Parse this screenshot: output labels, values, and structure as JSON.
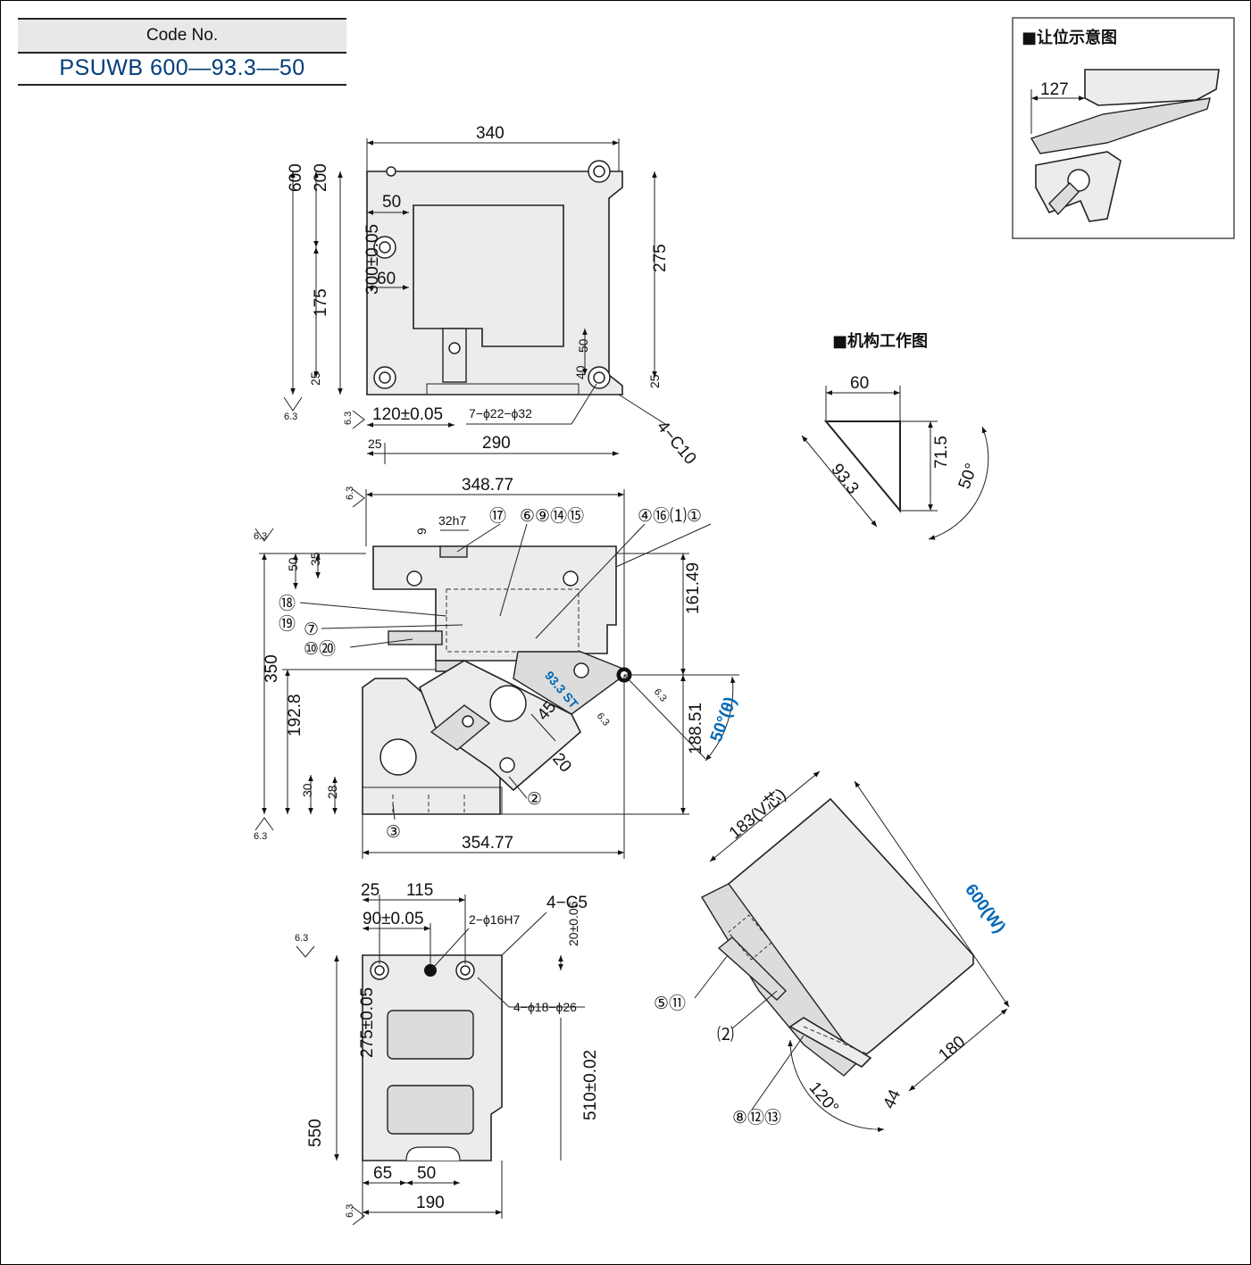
{
  "header": {
    "code_label": "Code No.",
    "code_value": "PSUWB 600—93.3—50"
  },
  "inset_clearance": {
    "title": "■让位示意图",
    "dim": "127"
  },
  "inset_mechanism": {
    "title": "■机构工作图",
    "dims": {
      "top": "60",
      "diag": "93.3",
      "height": "71.5",
      "angle": "50°"
    }
  },
  "top_view": {
    "dims": {
      "width": "340",
      "d600": "600",
      "d200": "200",
      "d50a": "50",
      "d60": "60",
      "d300": "300±0.05",
      "d175": "175",
      "d25l": "25",
      "d275": "275",
      "d50b": "50",
      "d40": "40",
      "d25r": "25",
      "d120": "120±0.05",
      "holes": "7−ϕ22−ϕ32",
      "chamfer": "4−C10",
      "d25b": "25",
      "d290": "290",
      "rough1": "6.3",
      "rough2": "6.3"
    }
  },
  "front_view": {
    "dims": {
      "width_top": "348.77",
      "key": "32h7",
      "d9": "9",
      "d50": "50",
      "d35": "35",
      "d161": "161.49",
      "d350": "350",
      "d192": "192.8",
      "d30": "30",
      "d28": "28",
      "d188": "188.51",
      "width_bot": "354.77",
      "stroke": "93.3 ST",
      "d45": "45",
      "d20": "20",
      "angle": "50°(θ)",
      "rough": [
        "6.3",
        "6.3",
        "6.3",
        "6.3",
        "6.3"
      ]
    },
    "callouts": {
      "c17": "⑰",
      "c6": "⑥⑨⑭⑮",
      "c4": "④⑯⑴①",
      "c18": "⑱",
      "c19": "⑲",
      "c7": "⑦",
      "c10": "⑩⑳",
      "c2": "②",
      "c3": "③"
    }
  },
  "bottom_view": {
    "dims": {
      "d25": "25",
      "d115": "115",
      "d90": "90±0.05",
      "pins": "2−ϕ16H7",
      "chamfer": "4−C5",
      "d20": "20±0.05",
      "holes": "4−ϕ18−ϕ26",
      "d275": "275±0.05",
      "d550": "550",
      "d510": "510±0.02",
      "d65": "65",
      "d50": "50",
      "d190": "190",
      "rough1": "6.3",
      "rough2": "6.3"
    }
  },
  "iso_view": {
    "dims": {
      "vcore": "183(V芯)",
      "w": "600(W)",
      "d180": "180",
      "d44": "44",
      "angle": "120°"
    },
    "callouts": {
      "c5": "⑤⑪",
      "c22": "⑵",
      "c8": "⑧⑫⑬"
    }
  }
}
